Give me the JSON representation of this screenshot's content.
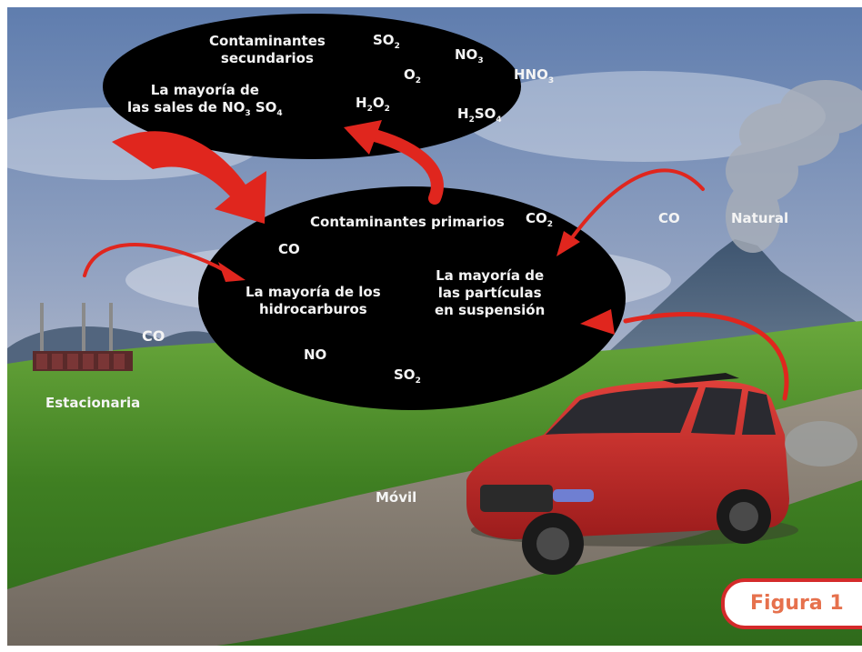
{
  "palette": {
    "sky_top": "#6b86b4",
    "sky_bottom": "#c9cbd2",
    "grass": "#4f8e2b",
    "road": "#8a8074",
    "ellipse": "#000000",
    "arrow": "#e0261e",
    "label_text": "#f4f4f4",
    "car": "#c92a2a",
    "badge_border": "#d42a2a",
    "badge_text": "#e6714d"
  },
  "secondary": {
    "title_line1": "Contaminantes",
    "title_line2": "secundarios",
    "salts_line1": "La mayoría de",
    "salts_line2_text": "las sales de NO",
    "salts_sub1": "3",
    "salts_mid": " SO",
    "salts_sub2": "4",
    "species": [
      {
        "base": "SO",
        "sub": "2"
      },
      {
        "base": "NO",
        "sub": "3"
      },
      {
        "base": "O",
        "sub": "2"
      },
      {
        "base": "HNO",
        "sub": "3"
      },
      {
        "base": "H",
        "sub1": "2",
        "mid": "O",
        "sub2": "2"
      },
      {
        "base": "H",
        "sub1": "2",
        "mid": "SO",
        "sub2": "4"
      }
    ]
  },
  "primary": {
    "title": "Contaminantes primarios",
    "co2_base": "CO",
    "co2_sub": "2",
    "co": "CO",
    "hydrocarbons_line1": "La mayoría de los",
    "hydrocarbons_line2": "hidrocarburos",
    "particles_line1": "La mayoría de",
    "particles_line2": "las partículas",
    "particles_line3": "en suspensión",
    "no": "NO",
    "so2_base": "SO",
    "so2_sub": "2"
  },
  "sources": {
    "stationary_co": "CO",
    "stationary": "Estacionaria",
    "natural_co": "CO",
    "natural": "Natural",
    "mobile": "Móvil"
  },
  "figure_label": "Figura 1"
}
